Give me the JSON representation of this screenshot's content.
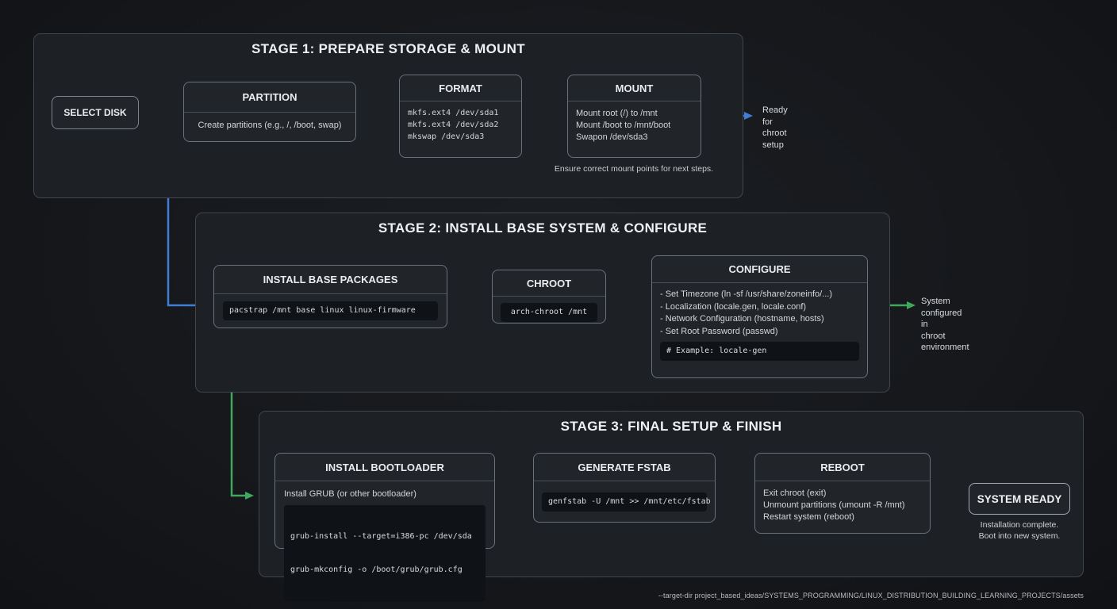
{
  "colors": {
    "arrow_blue": "#3f7ed2",
    "arrow_green": "#3fa85d",
    "arrow_purple": "#a566d8",
    "stage_background": "#1d2025",
    "node_background": "#212429",
    "code_background": "#0f1216"
  },
  "stage1": {
    "title": "STAGE 1: PREPARE STORAGE & MOUNT",
    "select_disk": {
      "label": "SELECT DISK"
    },
    "partition": {
      "title": "PARTITION",
      "body": "Create partitions (e.g., /, /boot, swap)"
    },
    "format": {
      "title": "FORMAT",
      "code": [
        "mkfs.ext4 /dev/sda1",
        "mkfs.ext4 /dev/sda2",
        "mkswap /dev/sda3"
      ]
    },
    "mount": {
      "title": "MOUNT",
      "lines": [
        "Mount root (/) to /mnt",
        "Mount /boot to /mnt/boot",
        "Swapon /dev/sda3"
      ]
    },
    "note": "Ensure correct mount points for next steps.",
    "outcome": [
      "Ready for",
      "chroot setup"
    ]
  },
  "stage2": {
    "title": "STAGE 2: INSTALL BASE SYSTEM & CONFIGURE",
    "install_base": {
      "title": "INSTALL BASE PACKAGES",
      "code": "pacstrap /mnt base linux linux-firmware"
    },
    "chroot": {
      "title": "CHROOT",
      "code": "arch-chroot /mnt"
    },
    "configure": {
      "title": "CONFIGURE",
      "items": [
        "- Set Timezone (ln -sf /usr/share/zoneinfo/...)",
        "- Localization (locale.gen, locale.conf)",
        "- Network Configuration (hostname, hosts)",
        "- Set Root Password (passwd)"
      ],
      "code": "# Example: locale-gen"
    },
    "outcome": [
      "System configured in",
      "chroot environment"
    ]
  },
  "stage3": {
    "title": "STAGE 3: FINAL SETUP & FINISH",
    "bootloader": {
      "title": "INSTALL BOOTLOADER",
      "body": "Install GRUB (or other bootloader)",
      "code": [
        "grub-install --target=i386-pc /dev/sda",
        "grub-mkconfig -o /boot/grub/grub.cfg"
      ]
    },
    "fstab": {
      "title": "GENERATE FSTAB",
      "code": "genfstab -U /mnt >> /mnt/etc/fstab"
    },
    "reboot": {
      "title": "REBOOT",
      "lines": [
        "Exit chroot (exit)",
        "Unmount partitions (umount -R /mnt)",
        "Restart system (reboot)"
      ]
    },
    "system_ready": {
      "label": "SYSTEM READY",
      "caption": [
        "Installation complete.",
        "Boot into new system."
      ]
    }
  },
  "footer": {
    "text": "--target-dir project_based_ideas/SYSTEMS_PROGRAMMING/LINUX_DISTRIBUTION_BUILDING_LEARNING_PROJECTS/assets"
  }
}
